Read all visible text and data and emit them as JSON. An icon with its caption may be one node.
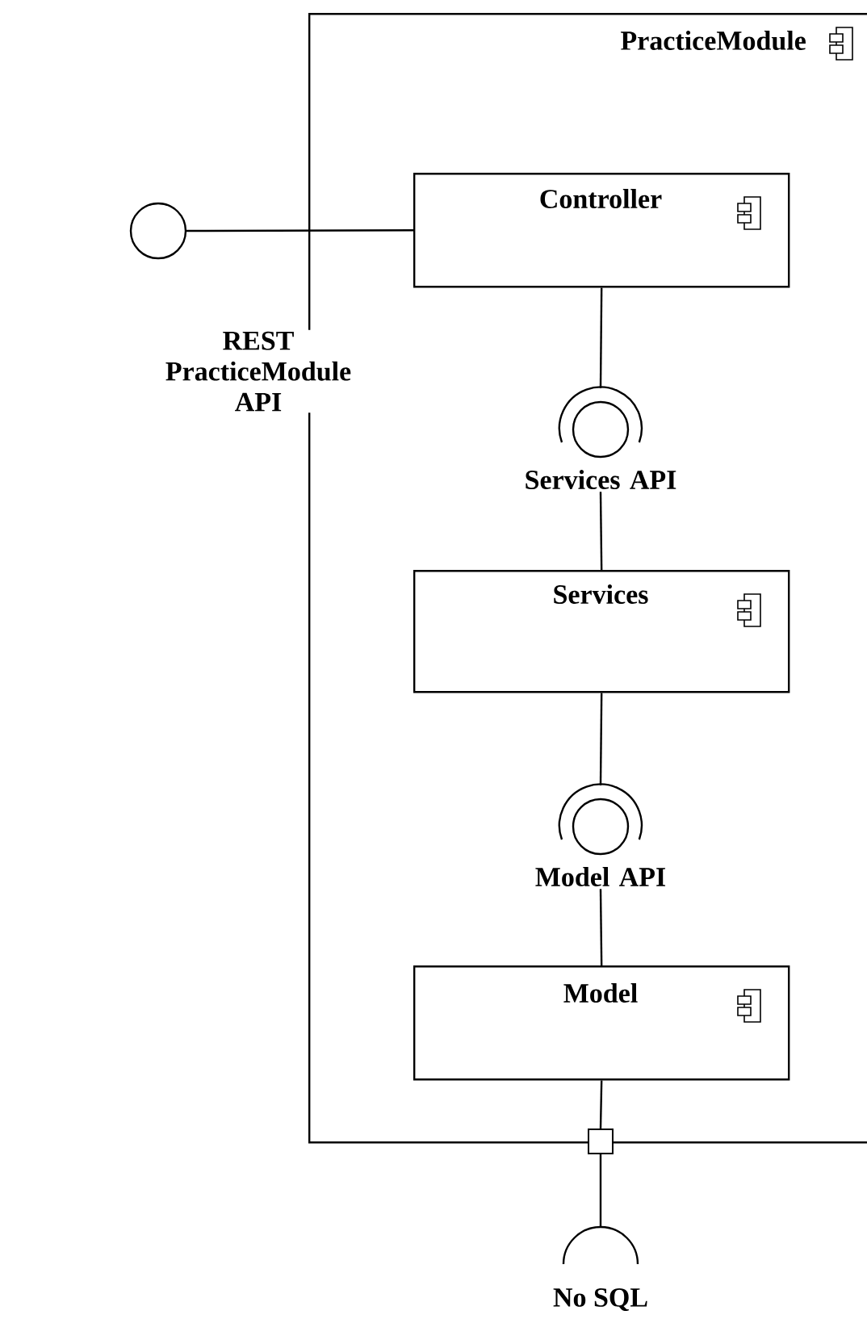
{
  "diagram": {
    "nodes": [
      {
        "text": [
          "PracticeModule"
        ]
      },
      {
        "text": [
          "Controller"
        ],
        "in": 0
      },
      {
        "text": [
          "Services"
        ],
        "in": 0
      },
      {
        "text": [
          "Model"
        ],
        "in": 0
      },
      {
        "text": [
          "REST PracticeModule API"
        ]
      },
      {
        "text": [
          "Services API"
        ],
        "in": 0
      },
      {
        "text": [
          "Model API"
        ],
        "in": 0
      },
      {
        "text": [],
        "shape": "box"
      },
      {
        "text": [
          "No SQL"
        ]
      }
    ],
    "edges": [
      {
        "from": 4,
        "to": 1,
        "arrow": "none"
      },
      {
        "from": 1,
        "to": 5,
        "arrow": "none"
      },
      {
        "from": 5,
        "to": 2,
        "arrow": "none"
      },
      {
        "from": 2,
        "to": 6,
        "arrow": "none"
      },
      {
        "from": 6,
        "to": 3,
        "arrow": "none"
      },
      {
        "from": 3,
        "to": 7,
        "arrow": "none"
      },
      {
        "from": 7,
        "to": 8,
        "arrow": "none"
      }
    ]
  }
}
